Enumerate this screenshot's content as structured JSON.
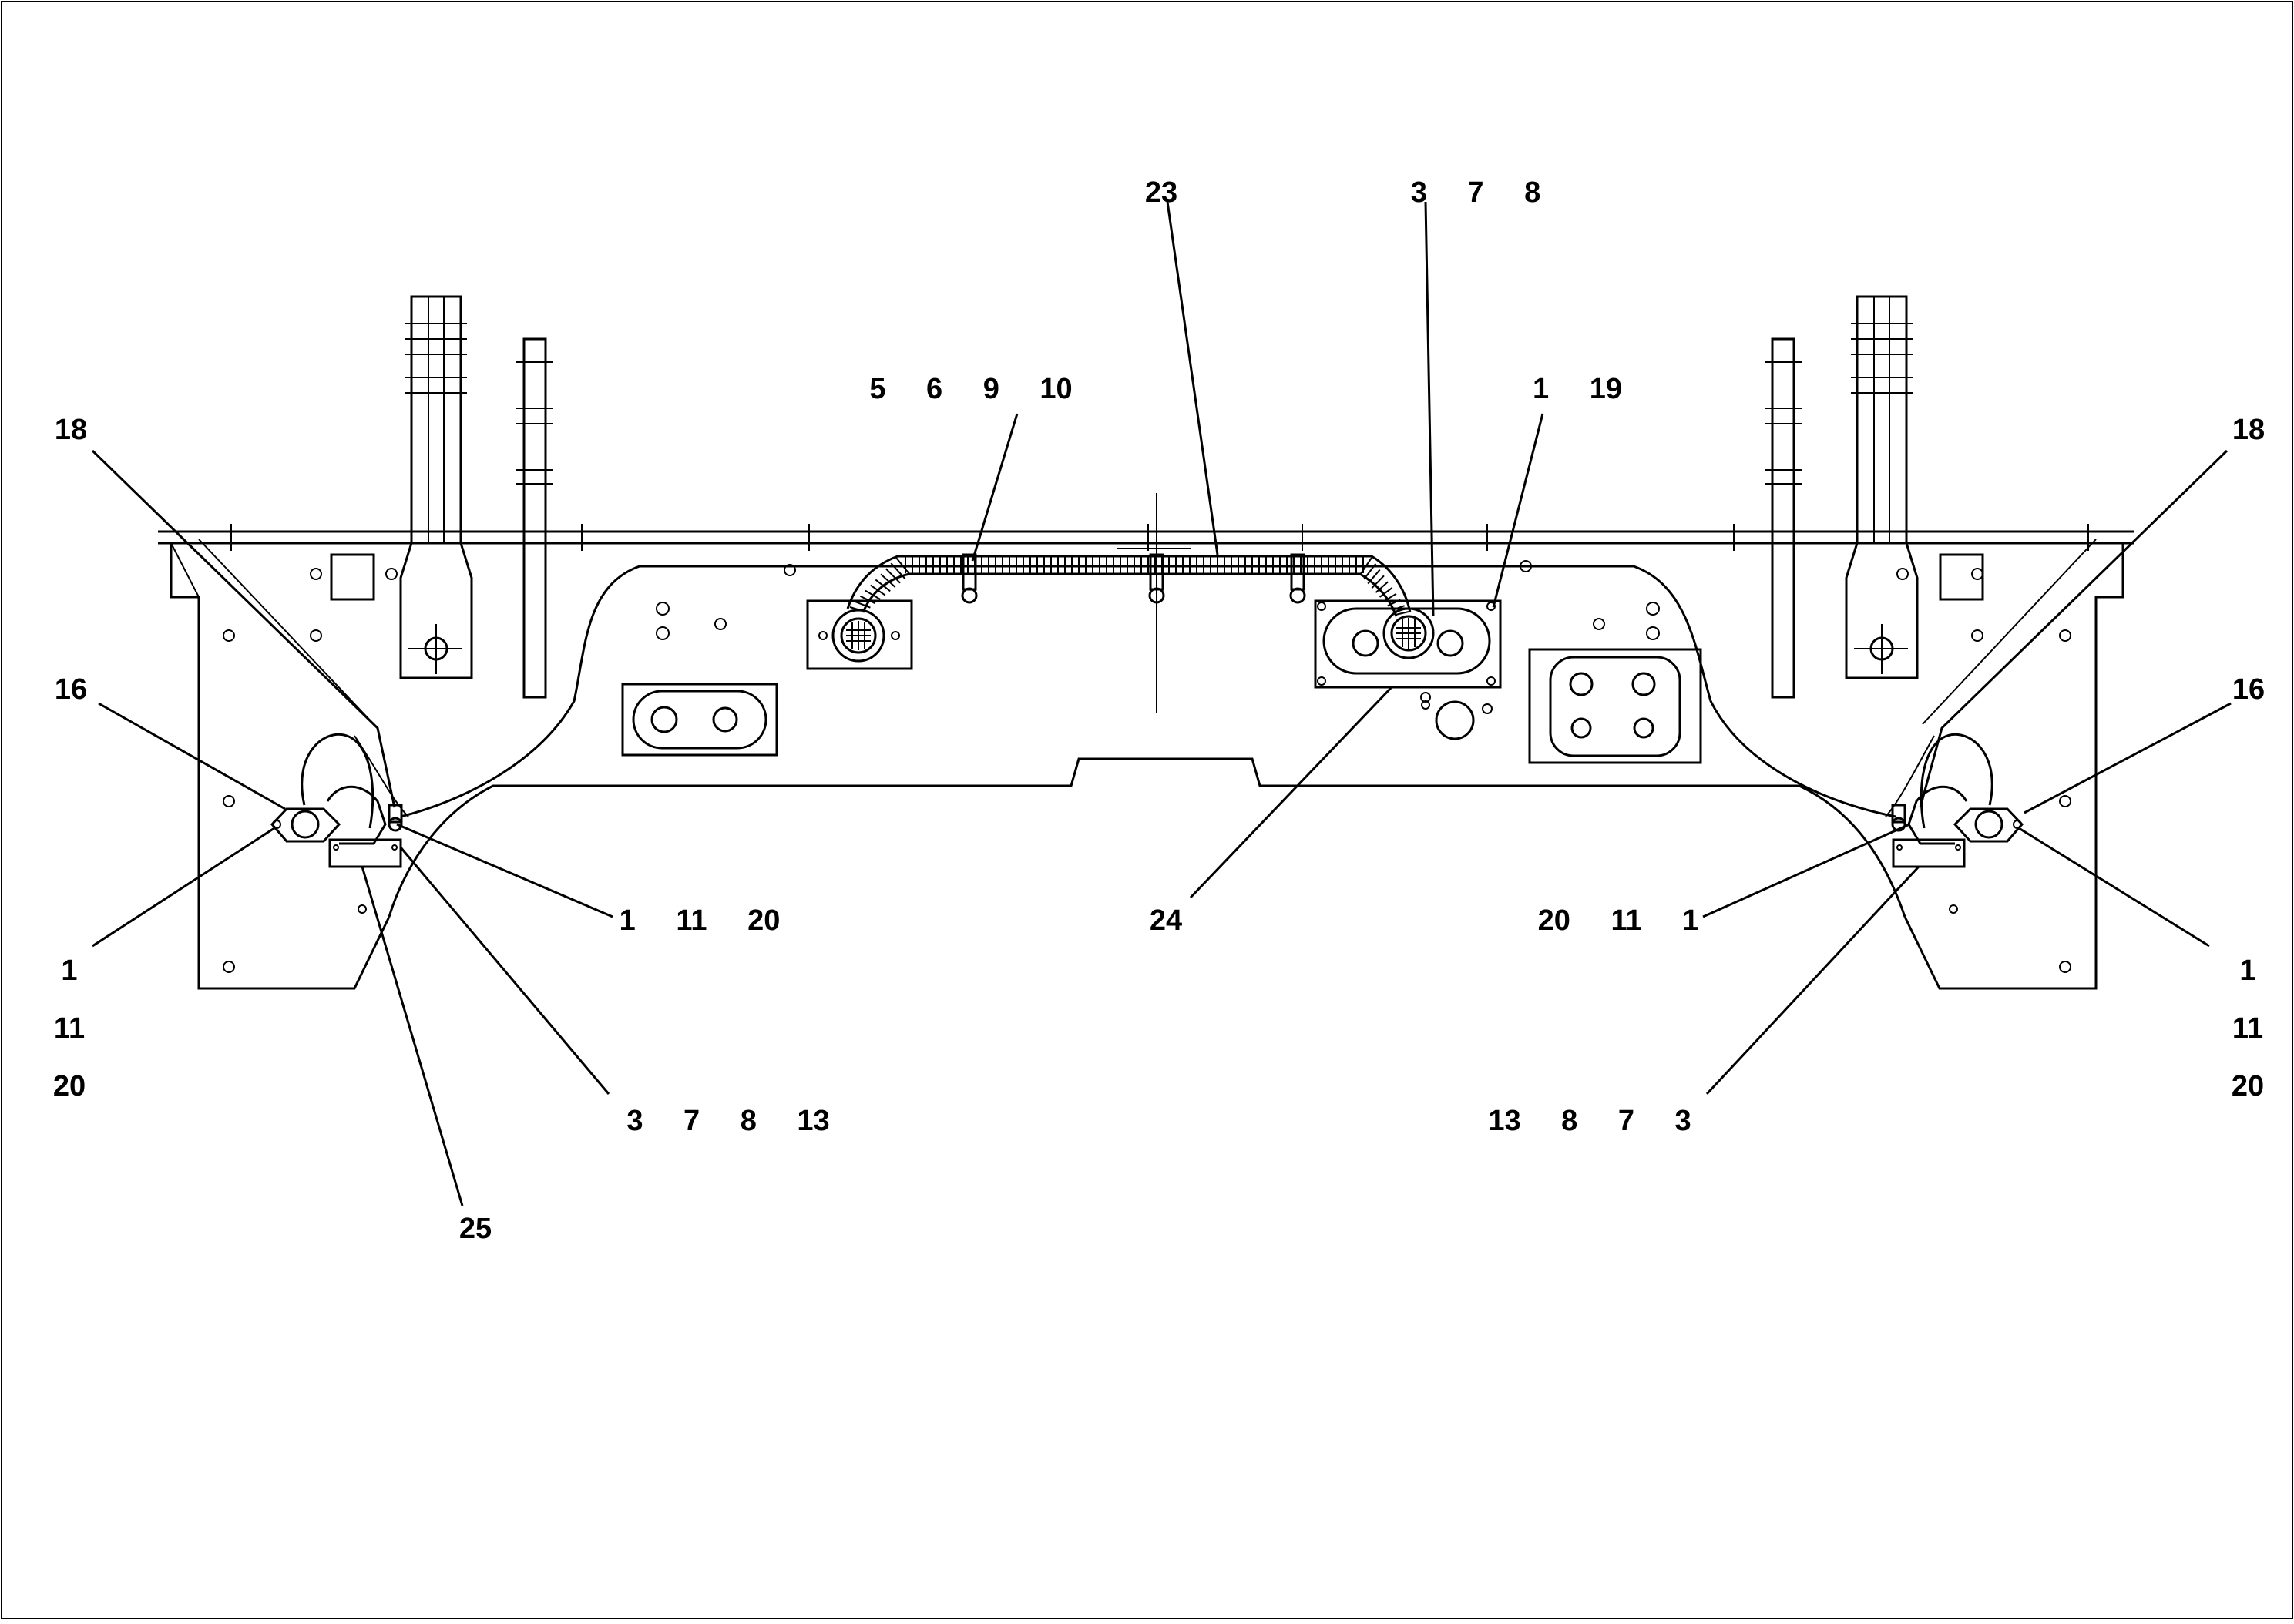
{
  "drawing": {
    "type": "parts-diagram",
    "subject": "frame with wiring harness and connectors",
    "callouts": {
      "c23": "23",
      "c3_7_8": "3 7 8",
      "c5_6_9_10": "5 6 9 10",
      "c1_19": "1 19",
      "c18_left": "18",
      "c18_right": "18",
      "c16_left": "16",
      "c16_right": "16",
      "c1_11_20_left": "1 11 20",
      "c20_11_1_right": "20 11 1",
      "c24": "24",
      "c1_left_a": "1",
      "c11_left_a": "11",
      "c20_left_a": "20",
      "c1_right_a": "1",
      "c11_right_a": "11",
      "c20_right_a": "20",
      "c3_7_8_13_left": "3 7 8 13",
      "c13_8_7_3_right": "13 8 7 3",
      "c25": "25"
    }
  }
}
